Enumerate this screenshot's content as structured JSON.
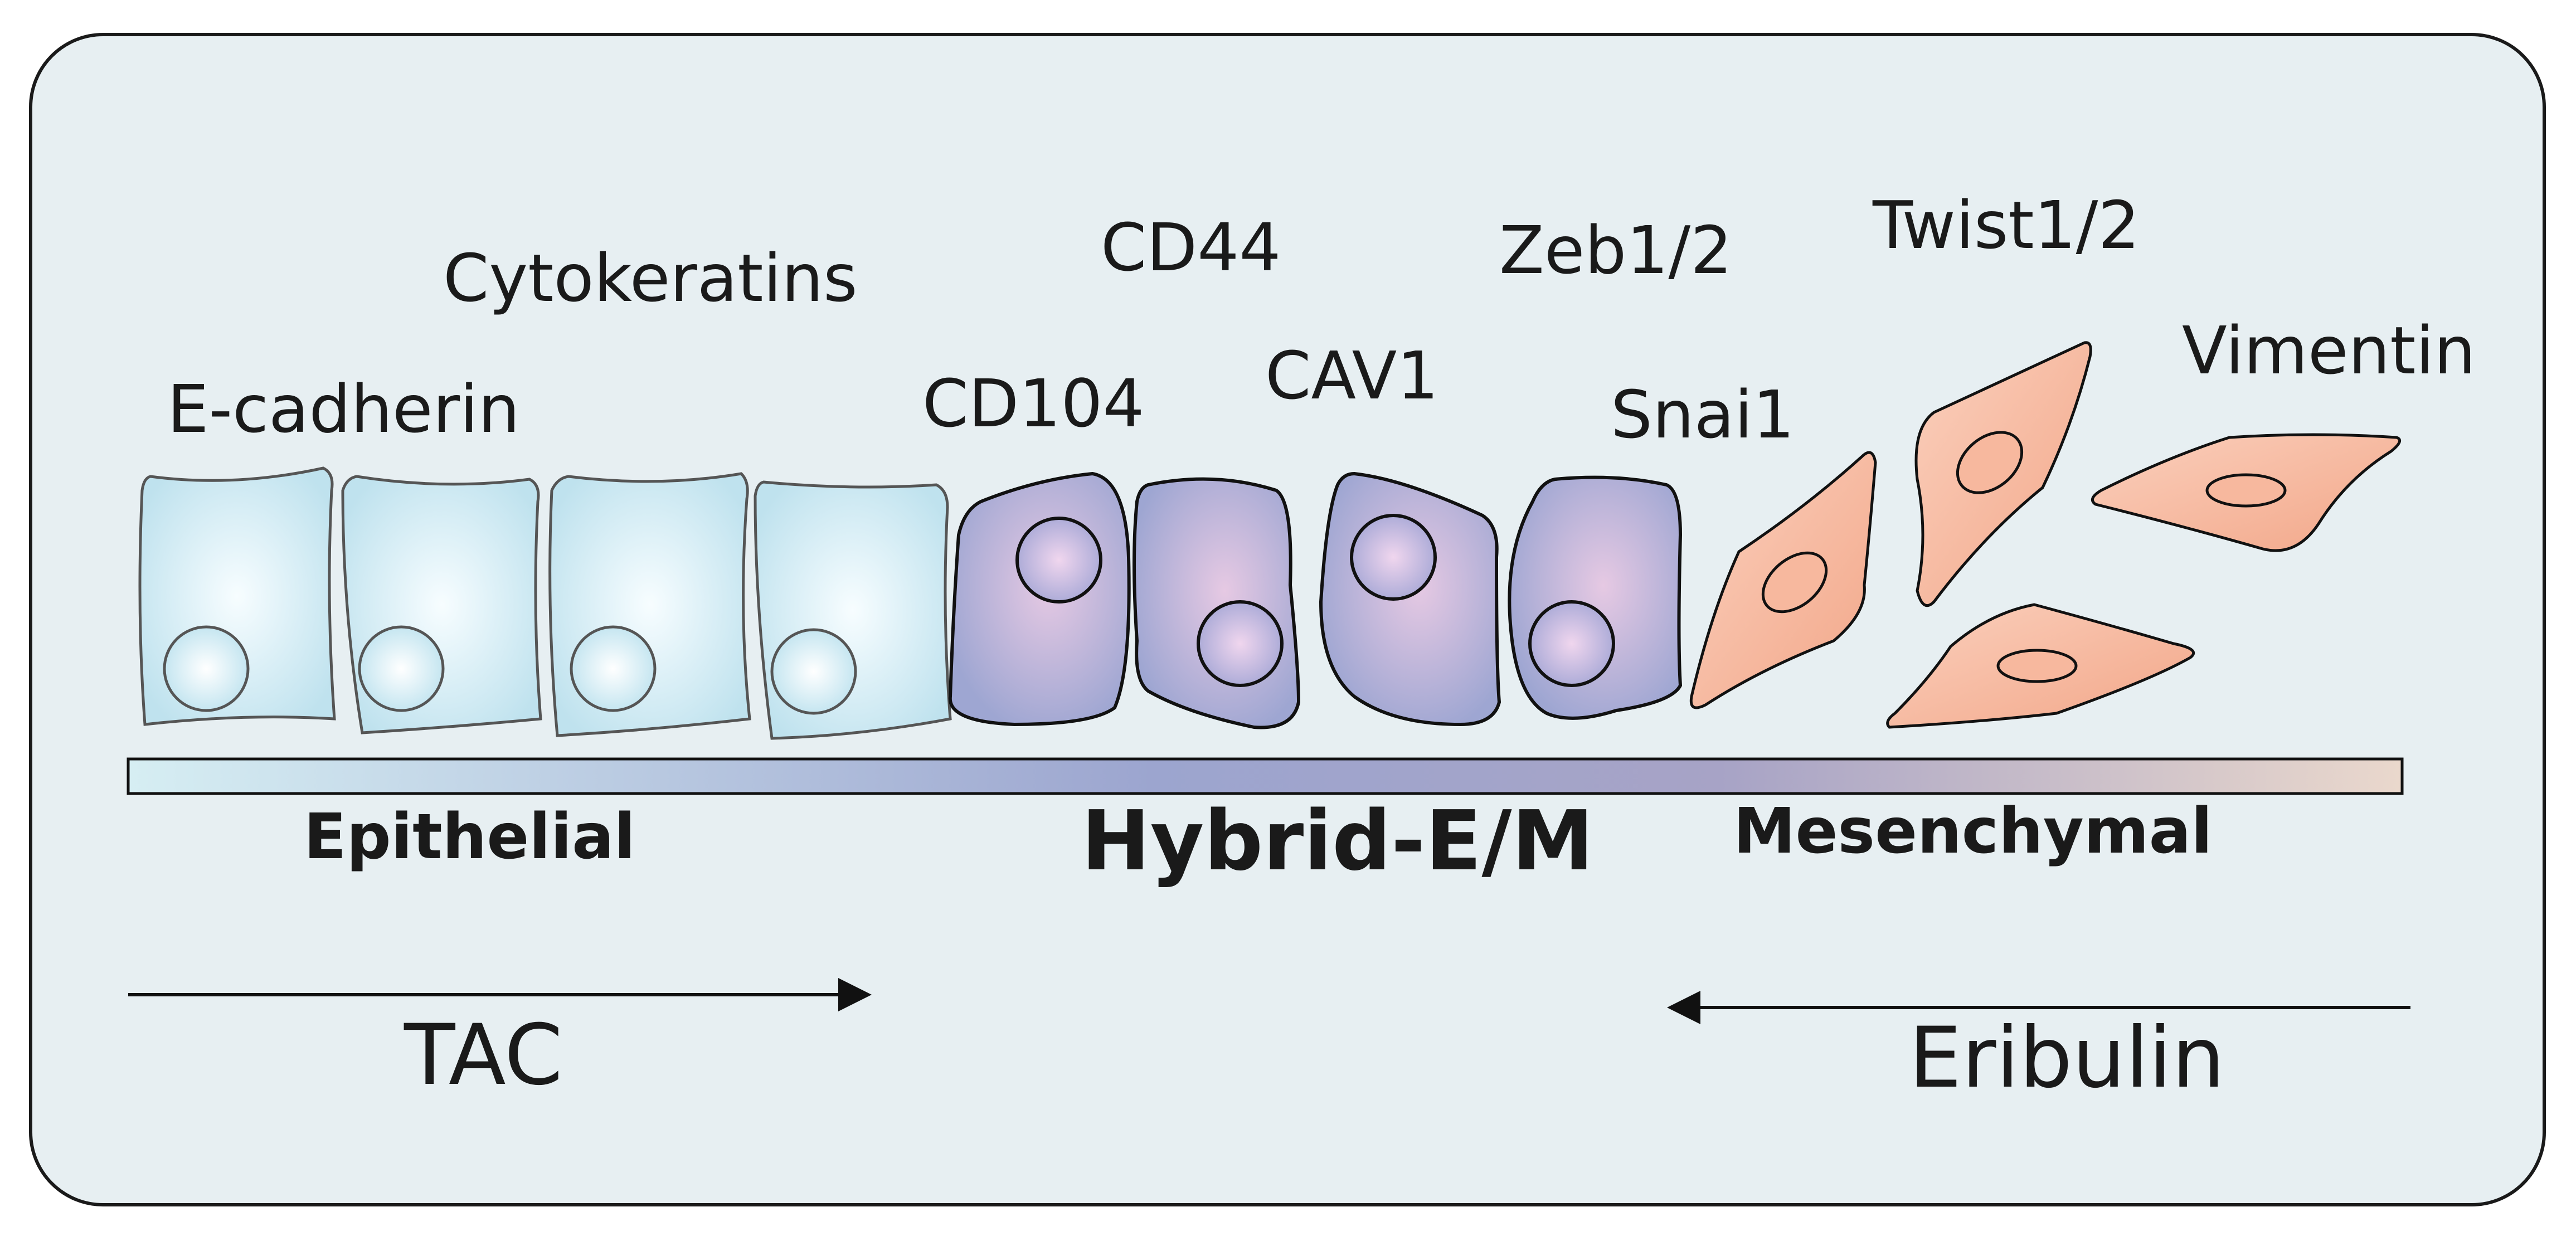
{
  "markers": {
    "e_cadherin": "E-cadherin",
    "cytokeratins": "Cytokeratins",
    "cd104": "CD104",
    "cd44": "CD44",
    "cav1": "CAV1",
    "zeb": "Zeb1/2",
    "snai1": "Snai1",
    "twist": "Twist1/2",
    "vimentin": "Vimentin"
  },
  "stages": {
    "epithelial": "Epithelial",
    "hybrid": "Hybrid-E/M",
    "mesenchymal": "Mesenchymal"
  },
  "treatments": {
    "tac": "TAC",
    "eribulin": "Eribulin"
  },
  "colors": {
    "panel_bg": "#e7eff2",
    "panel_border": "#1a1a1a",
    "epithelial_cell": "#cfe9f2",
    "hybrid_cell": "#a3a9d3",
    "mesenchymal_cell": "#f6b59b",
    "gradient_start": "#d6eef3",
    "gradient_mid": "#9aa4cf",
    "gradient_end": "#e8d6cc"
  }
}
